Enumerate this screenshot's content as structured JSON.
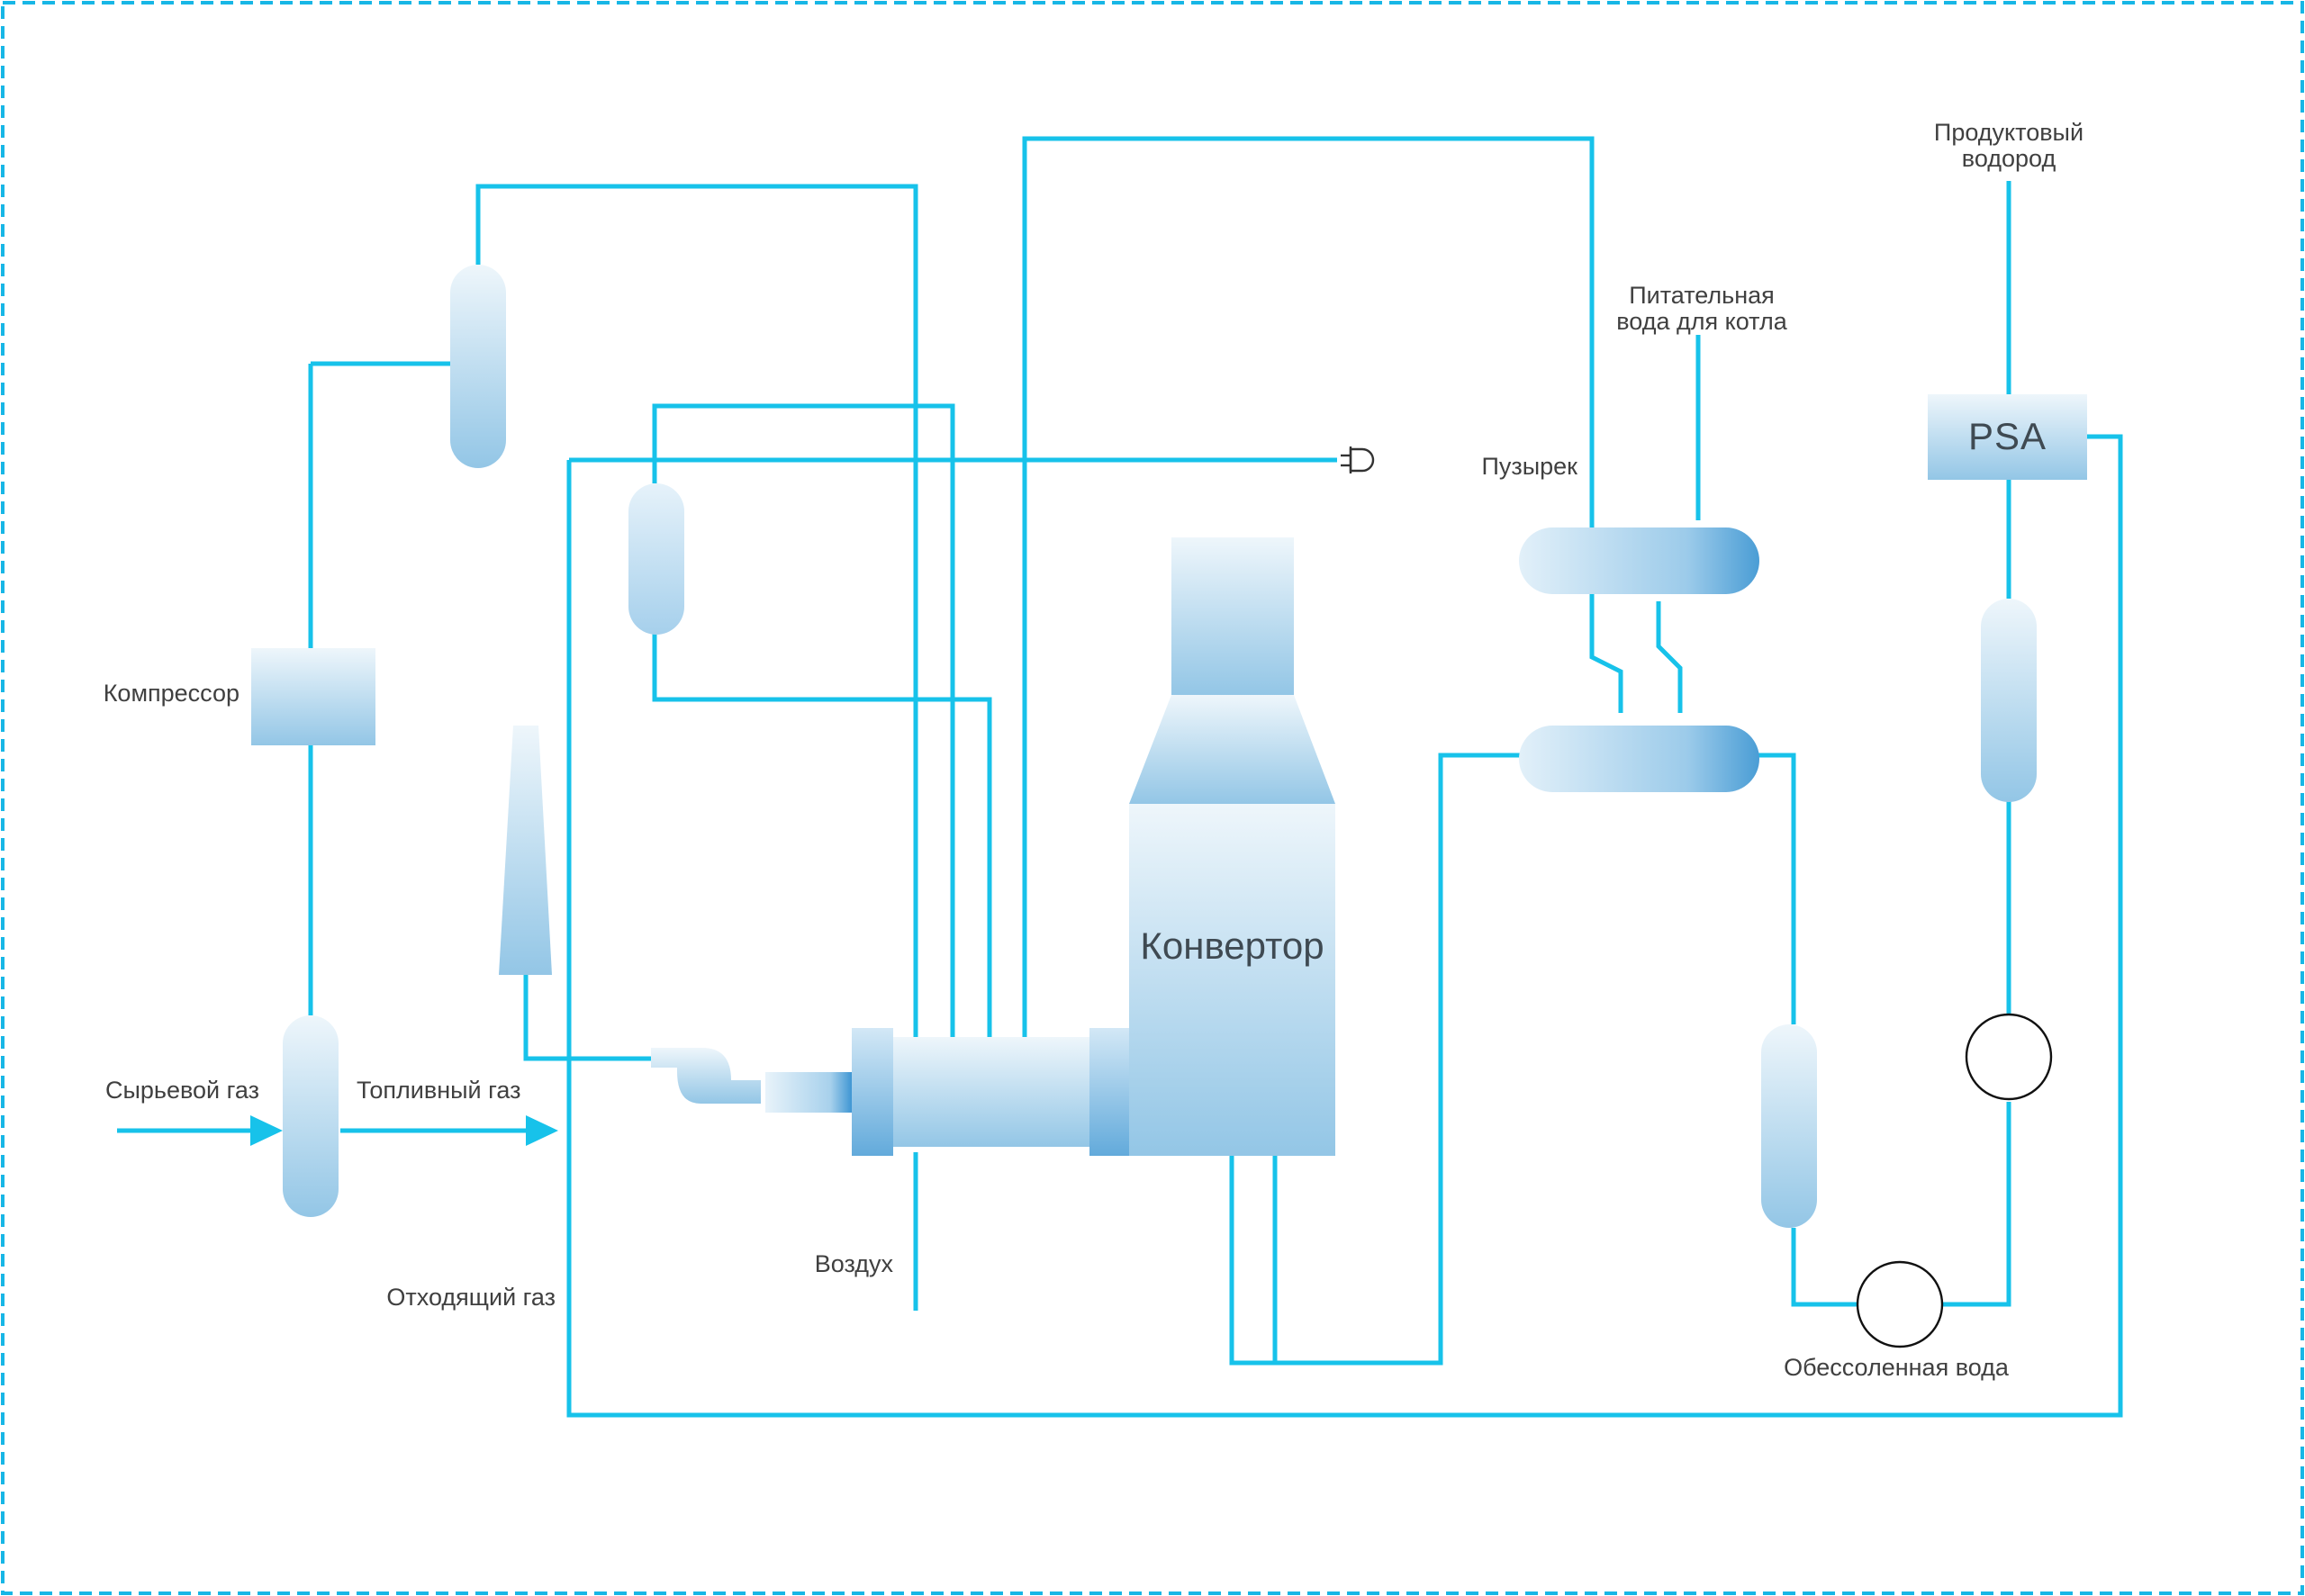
{
  "labels": {
    "compressor": "Компрессор",
    "raw_gas": "Сырьевой газ",
    "fuel_gas": "Топливный газ",
    "flue_gas": "Отходящий газ",
    "air": "Воздух",
    "converter": "Конвертор",
    "steam_drum": "Пузырек",
    "boiler_feed_water": [
      "Питательная",
      "вода для котла"
    ],
    "product_hydrogen": [
      "Продуктовый",
      "водород"
    ],
    "psa": "PSA",
    "demineralized_water": "Обессоленная вода"
  },
  "colors": {
    "pipe": "#17c2ea",
    "vessel_light": "#eef6fb",
    "vessel_dark": "#8fc3e4",
    "vessel_strong": "#4a9ed6",
    "border_dash": "#17b6e6",
    "text": "#404040"
  },
  "icons": {
    "stack_symbol": "and-gate-icon",
    "pump": "circle-pump-icon",
    "arrow": "flow-arrow-icon"
  }
}
